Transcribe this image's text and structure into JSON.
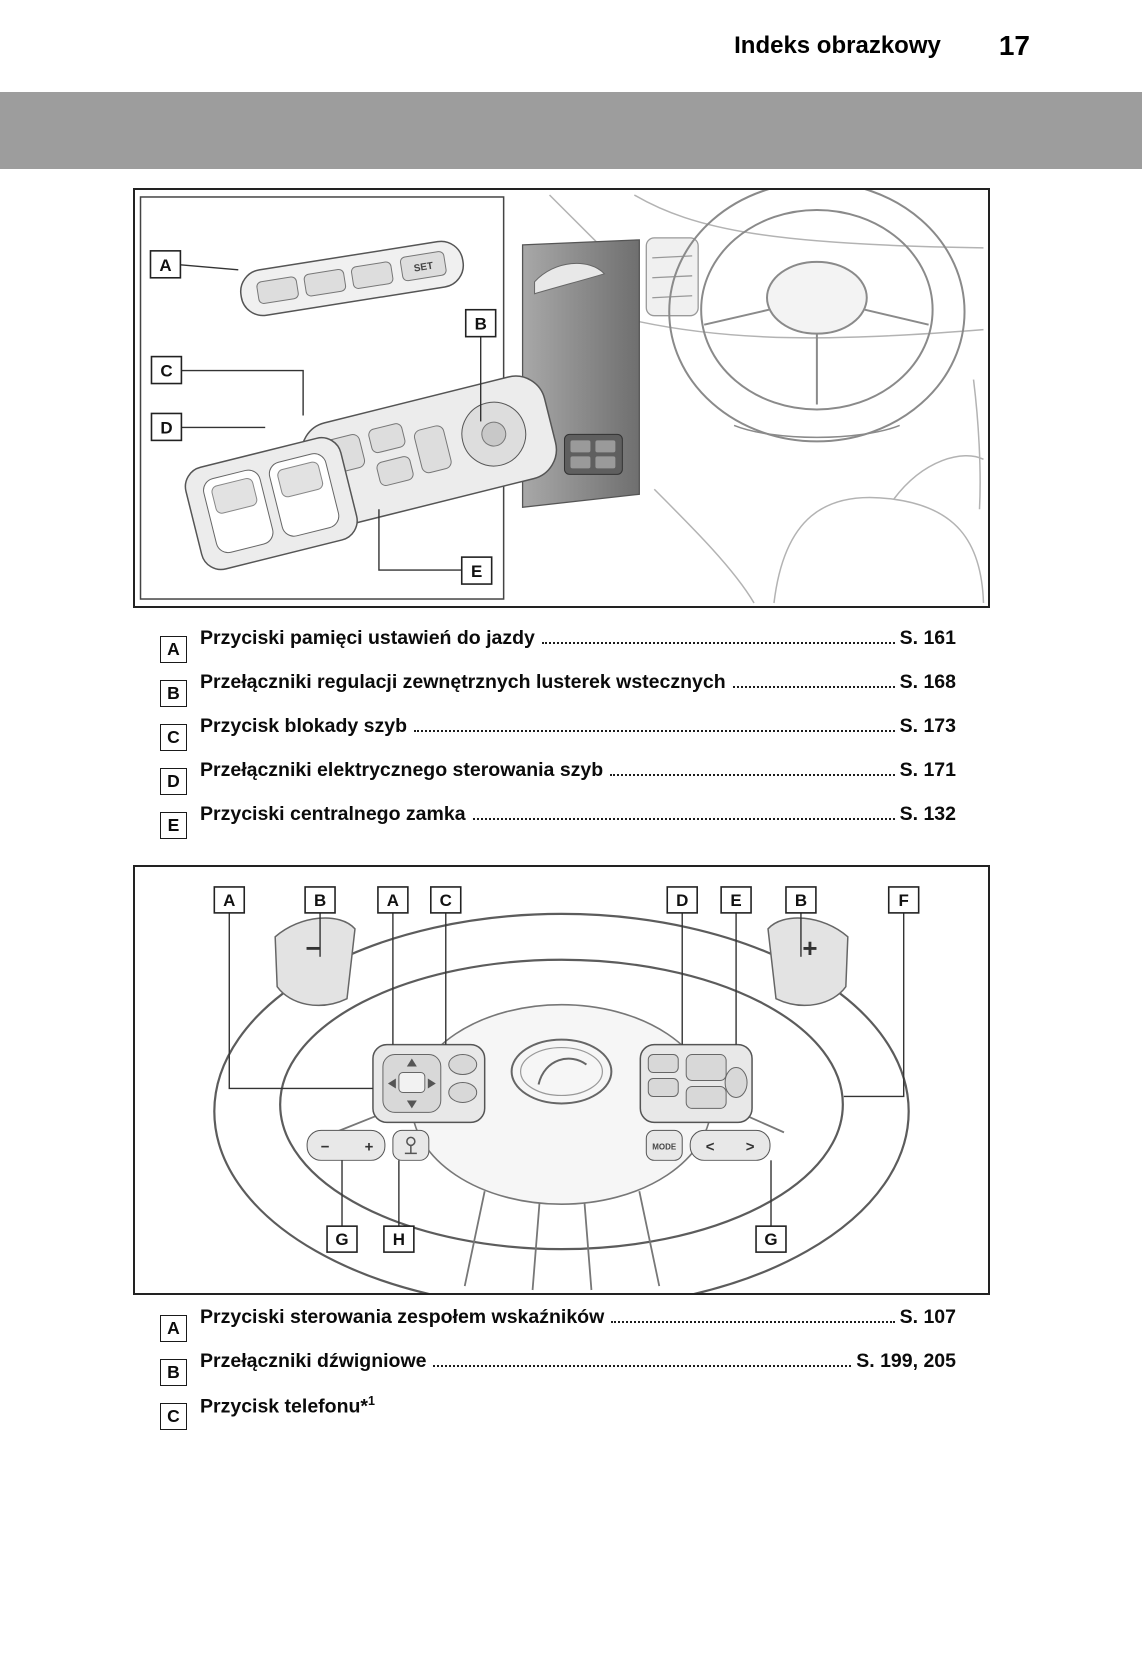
{
  "header": {
    "title": "Indeks obrazkowy",
    "page_number": "17"
  },
  "figure1": {
    "labels": [
      "A",
      "B",
      "C",
      "D",
      "E"
    ],
    "set_label": "SET"
  },
  "list1": {
    "items": [
      {
        "key": "A",
        "text": "Przyciski pamięci ustawień do jazdy",
        "page": "S. 161"
      },
      {
        "key": "B",
        "text": "Przełączniki regulacji zewnętrznych lusterek wstecznych",
        "page": "S. 168"
      },
      {
        "key": "C",
        "text": "Przycisk blokady szyb",
        "page": "S. 173"
      },
      {
        "key": "D",
        "text": "Przełączniki elektrycznego sterowania szyb",
        "page": "S. 171"
      },
      {
        "key": "E",
        "text": "Przyciski centralnego zamka",
        "page": "S. 132"
      }
    ]
  },
  "figure2": {
    "labels_top": [
      "A",
      "B",
      "A",
      "C",
      "D",
      "E",
      "B",
      "F"
    ],
    "labels_bottom": [
      "G",
      "H",
      "G"
    ],
    "paddle_minus": "−",
    "paddle_plus": "+",
    "volume_minus": "−",
    "volume_plus": "+",
    "mode_label": "MODE",
    "seek_left": "<",
    "seek_right": ">"
  },
  "list2": {
    "items": [
      {
        "key": "A",
        "text": "Przyciski sterowania zespołem wskaźników",
        "page": "S. 107"
      },
      {
        "key": "B",
        "text": "Przełączniki dźwigniowe",
        "page": "S. 199, 205"
      },
      {
        "key": "C",
        "text": "Przycisk telefonu*",
        "superscript": "1",
        "page": ""
      }
    ]
  }
}
